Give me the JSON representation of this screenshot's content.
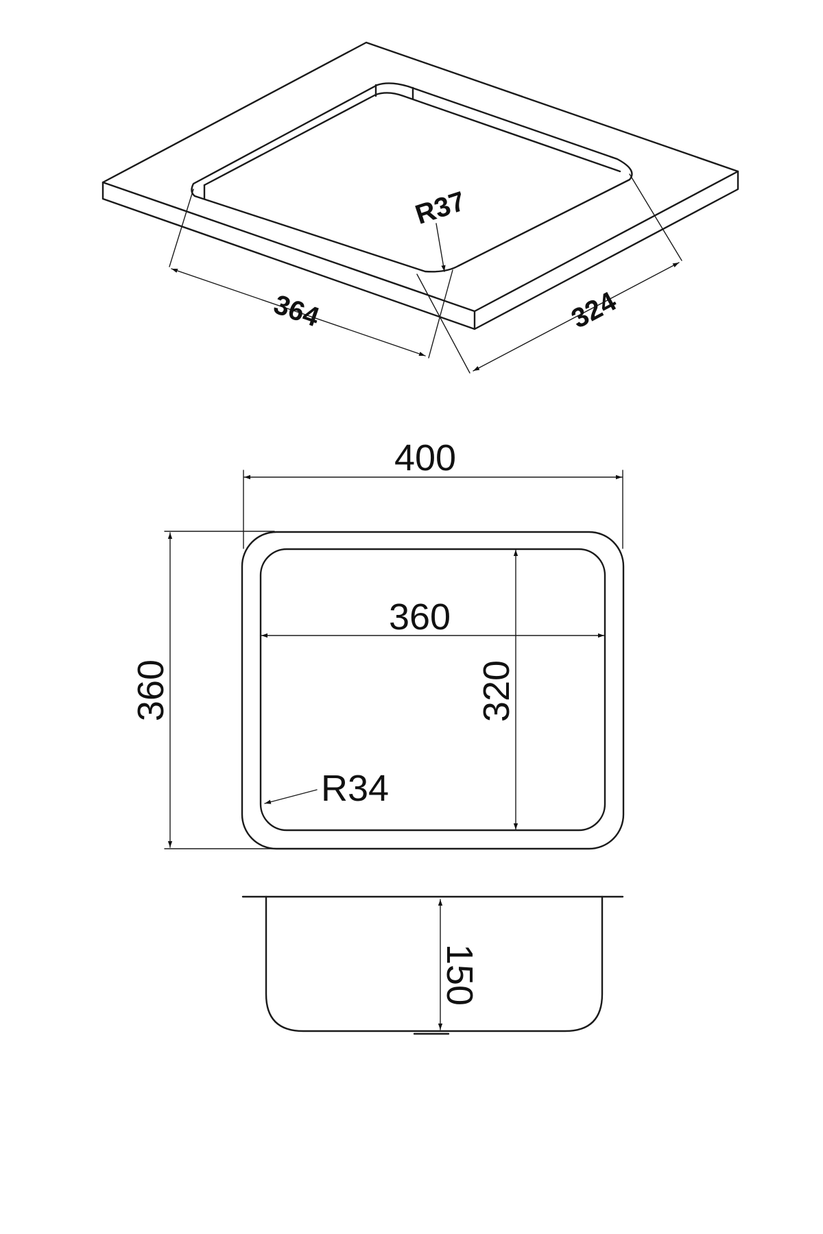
{
  "iso_view": {
    "radius_label": "R37",
    "length_label": "364",
    "width_label": "324"
  },
  "top_view": {
    "outer_width_label": "400",
    "outer_height_label": "360",
    "inner_width_label": "360",
    "inner_height_label": "320",
    "corner_radius_label": "R34"
  },
  "section_view": {
    "depth_label": "150"
  },
  "colors": {
    "line": "#1a1a1a",
    "background": "#ffffff"
  }
}
